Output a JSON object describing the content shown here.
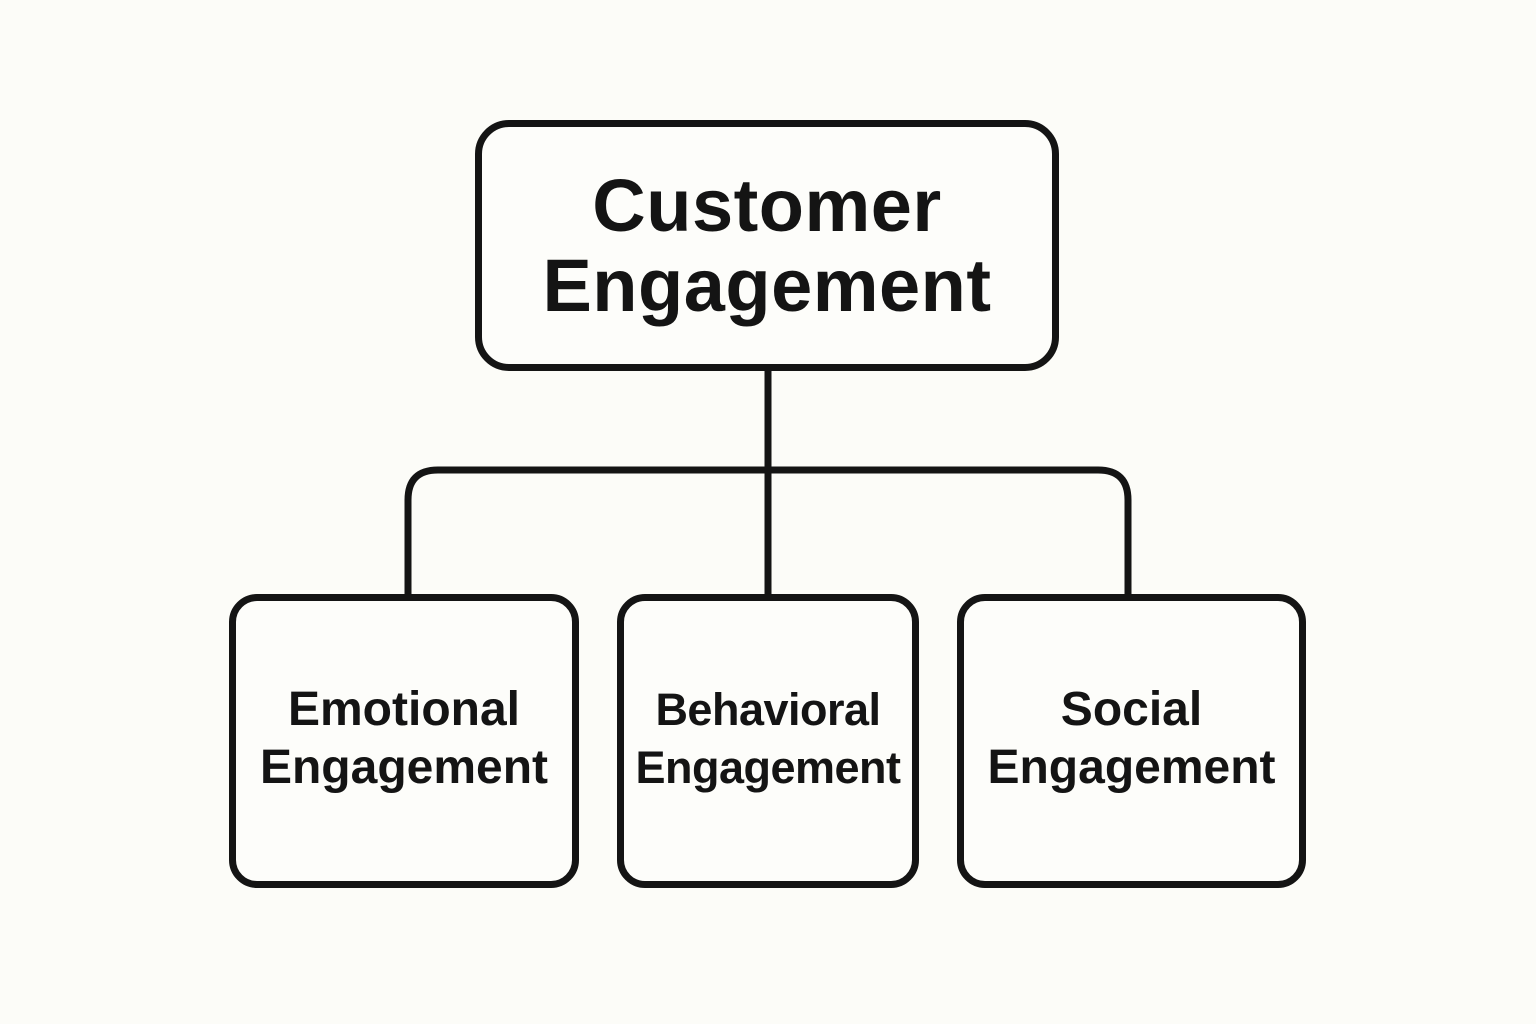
{
  "diagram": {
    "type": "hierarchy-tree",
    "colors": {
      "background": "#fcfcf8",
      "stroke": "#141414",
      "text": "#141414"
    },
    "root": {
      "id": "customer-engagement",
      "lines": [
        "Customer",
        "Engagement"
      ]
    },
    "children": [
      {
        "id": "emotional-engagement",
        "lines": [
          "Emotional",
          "Engagement"
        ]
      },
      {
        "id": "behavioral-engagement",
        "lines": [
          "Behavioral",
          "Engagement"
        ]
      },
      {
        "id": "social-engagement",
        "lines": [
          "Social",
          "Engagement"
        ]
      }
    ],
    "edges": [
      {
        "from": "customer-engagement",
        "to": "emotional-engagement"
      },
      {
        "from": "customer-engagement",
        "to": "behavioral-engagement"
      },
      {
        "from": "customer-engagement",
        "to": "social-engagement"
      }
    ]
  }
}
